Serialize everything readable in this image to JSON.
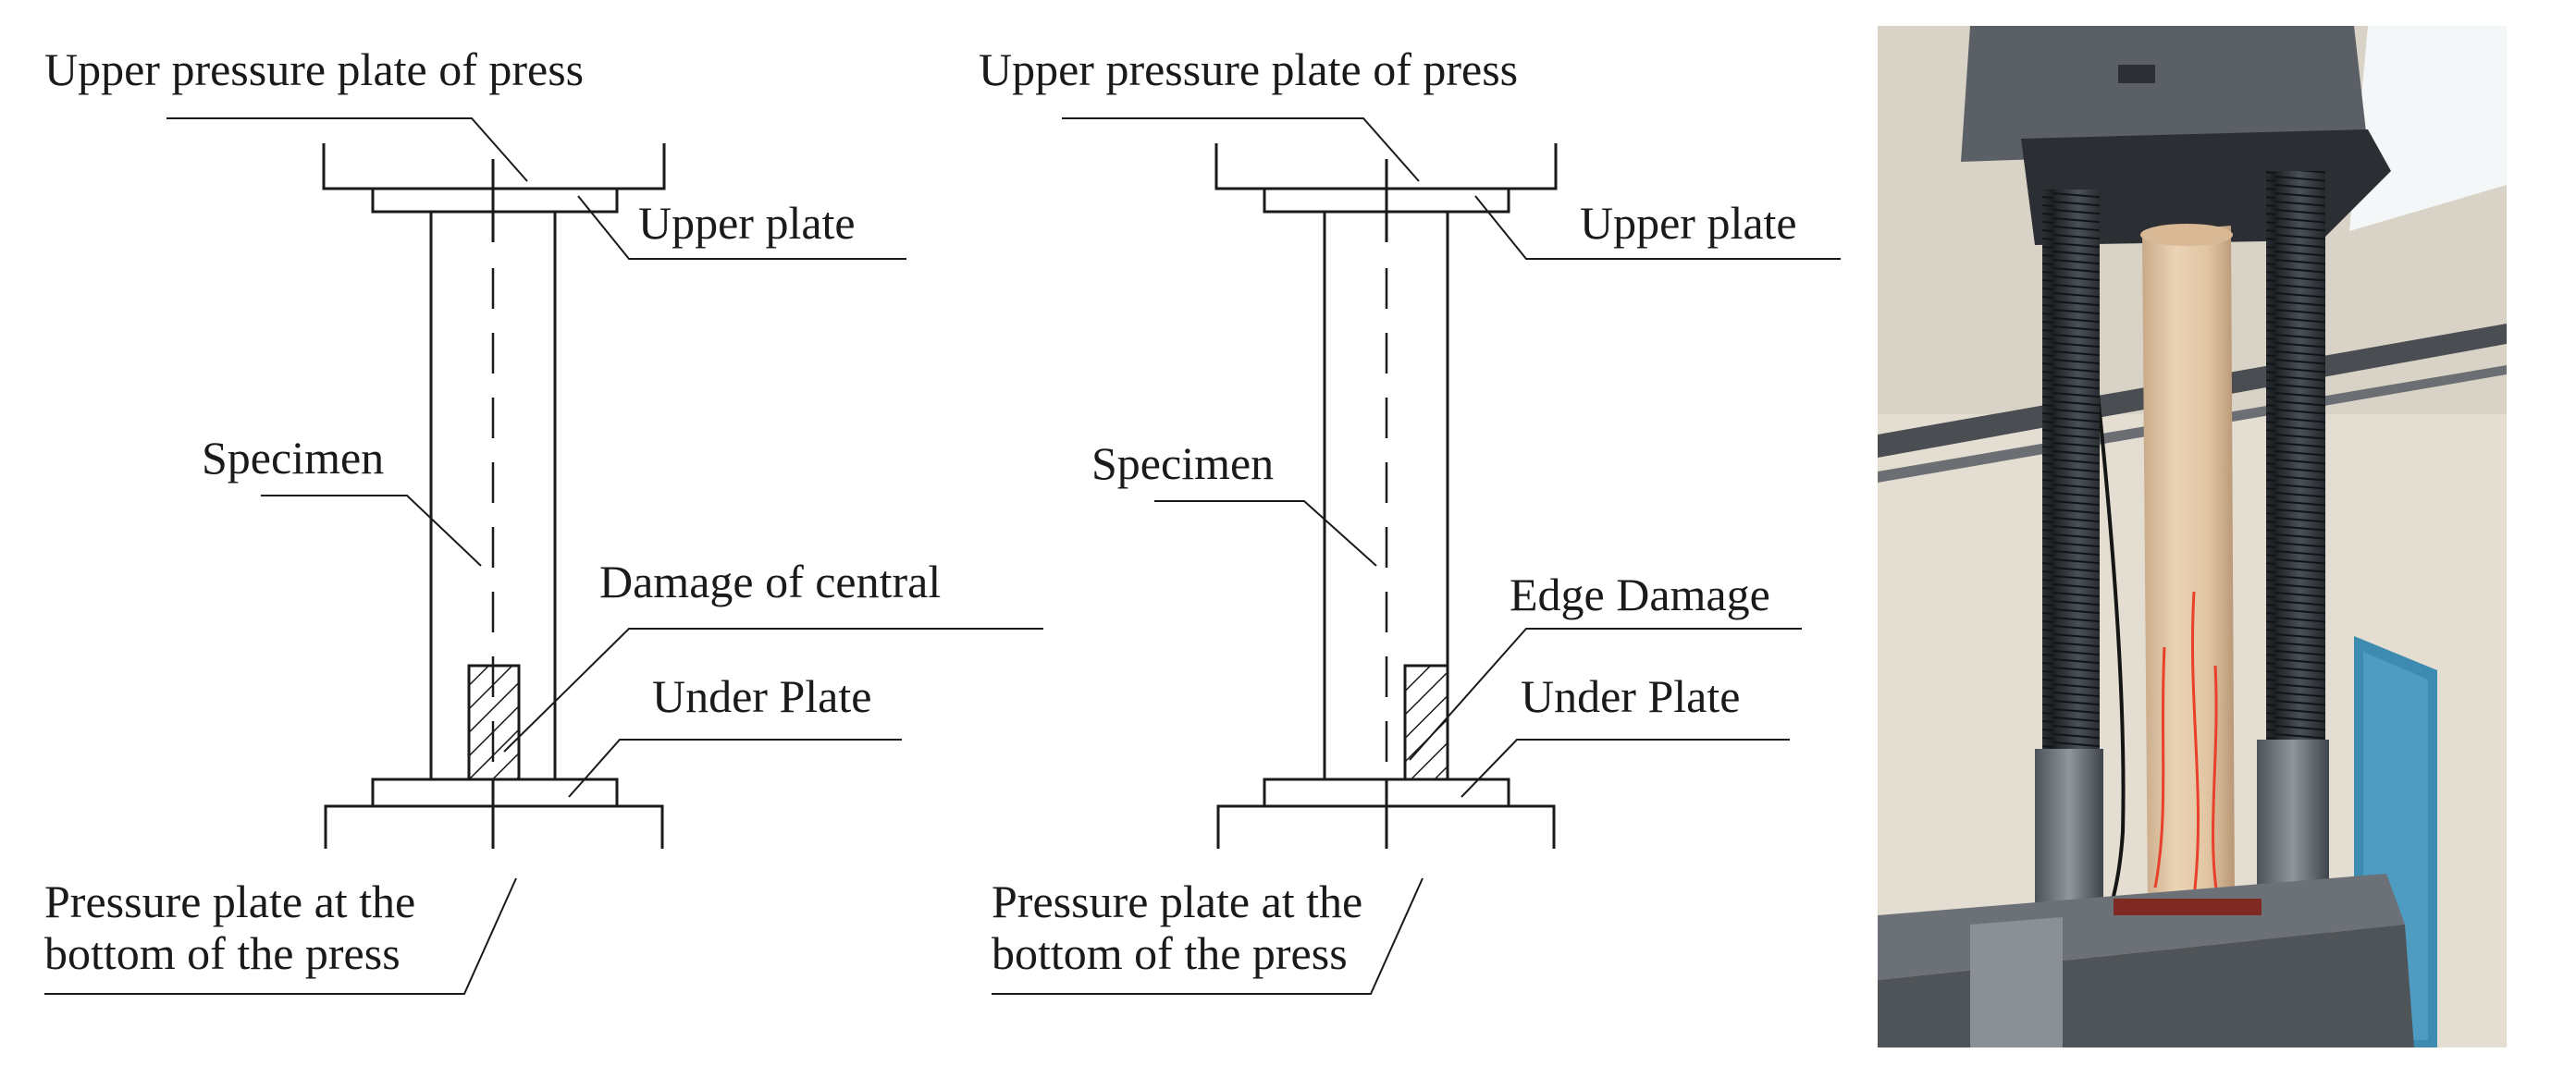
{
  "diagrams": [
    {
      "id": "central",
      "labels": {
        "upper_press": "Upper pressure plate of press",
        "upper_plate": "Upper plate",
        "specimen": "Specimen",
        "damage": "Damage of central",
        "under_plate": "Under Plate",
        "bottom_line1": "Pressure plate at the",
        "bottom_line2": "bottom of the press"
      }
    },
    {
      "id": "edge",
      "labels": {
        "upper_press": "Upper pressure plate of press",
        "upper_plate": "Upper plate",
        "specimen": "Specimen",
        "damage": "Edge Damage",
        "under_plate": "Under Plate",
        "bottom_line1": "Pressure plate at the",
        "bottom_line2": "bottom of the press"
      }
    }
  ],
  "photo": {
    "subject": "timber column specimen in compression testing machine",
    "colors": {
      "wall": "#e3ddd2",
      "column": "#e2c7a6",
      "steel": "#2f3338",
      "frame": "#5b6066",
      "guard": "#3d8bb0",
      "wire": "#e8402a",
      "window": "#f4f7f8"
    }
  }
}
